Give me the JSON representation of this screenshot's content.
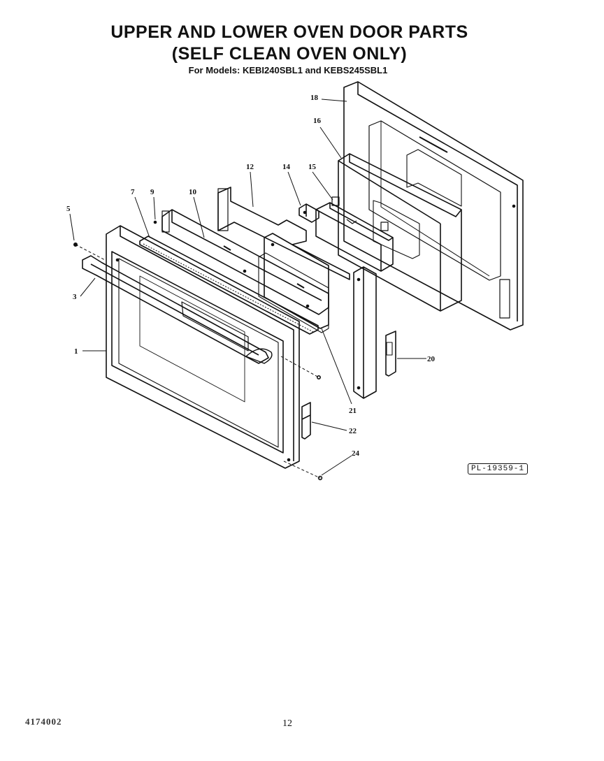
{
  "header": {
    "title_line1": "UPPER AND LOWER OVEN DOOR PARTS",
    "title_line2": "(SELF CLEAN OVEN ONLY)",
    "models": "For Models: KEBI240SBL1 and KEBS245SBL1"
  },
  "callouts": {
    "c1": "1",
    "c3": "3",
    "c5": "5",
    "c7": "7",
    "c9": "9",
    "c10": "10",
    "c12": "12",
    "c14": "14",
    "c15": "15",
    "c16": "16",
    "c18": "18",
    "c20": "20",
    "c21": "21",
    "c22": "22",
    "c24": "24"
  },
  "plate_id": "PL-19359-1",
  "footer": {
    "doc_code": "4174002",
    "page": "12"
  }
}
